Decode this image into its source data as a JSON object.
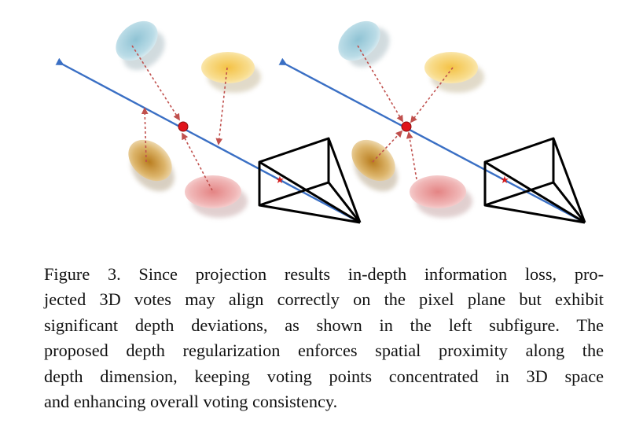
{
  "figure": {
    "colors": {
      "ray": "#3a6fc4",
      "camera": "#000000",
      "vote_arrow": "#c0504d",
      "vote_point": "#e0141b",
      "star": "#d41a1a",
      "blob_blue": "#a9d3df",
      "blob_yellow": "#f5cf6a",
      "blob_brown": "#c9902e",
      "blob_red": "#ea9a9a"
    },
    "subfigures": [
      {
        "id": "left",
        "votes": "scattered-in-depth"
      },
      {
        "id": "right",
        "votes": "concentrated"
      }
    ]
  },
  "caption": {
    "lines": [
      "Figure 3.  Since projection results in-depth information loss, pro-",
      "jected 3D votes may align correctly on the pixel plane but exhibit",
      "significant depth deviations, as shown in the left subfigure.  The",
      "proposed depth regularization enforces spatial proximity along the",
      "depth dimension, keeping voting points concentrated in 3D space",
      "and enhancing overall voting consistency."
    ]
  }
}
